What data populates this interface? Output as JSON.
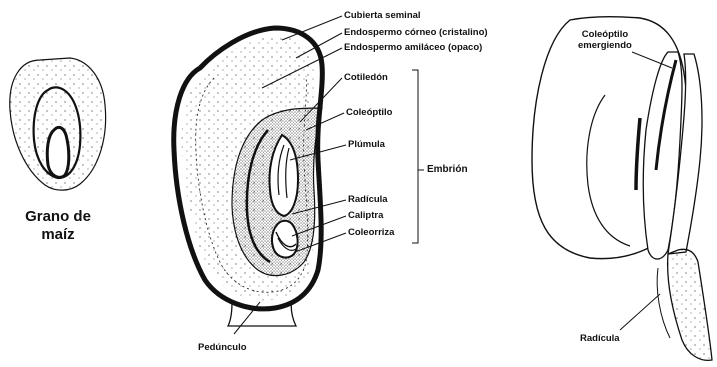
{
  "grain_caption": {
    "line1": "Grano de",
    "line2": "maíz"
  },
  "section_labels": {
    "seed_coat": "Cubierta seminal",
    "horny_endosperm": "Endospermo córneo (cristalino)",
    "starchy_endosperm": "Endospermo amiláceo (opaco)",
    "cotyledon": "Cotiledón",
    "coleoptile": "Coleóptilo",
    "plumule": "Plúmula",
    "radicle": "Radícula",
    "root_cap": "Caliptra",
    "coleorhiza": "Coleorriza",
    "embryo": "Embrión",
    "peduncle": "Pedúnculo"
  },
  "germination_labels": {
    "coleoptile_line1": "Coleóptilo",
    "coleoptile_line2": "emergiendo",
    "radicle": "Radícula"
  },
  "colors": {
    "ink": "#111111",
    "background": "#ffffff"
  }
}
